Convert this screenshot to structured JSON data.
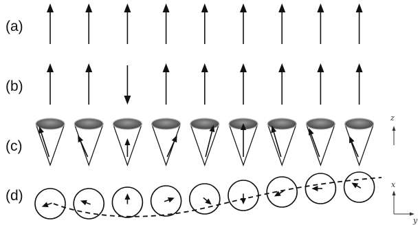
{
  "rows": [
    {
      "label": "(a)",
      "description": "aligned spins"
    },
    {
      "label": "(b)",
      "description": "one flipped spin"
    },
    {
      "label": "(c)",
      "description": "precessing spins (cones)"
    },
    {
      "label": "(d)",
      "description": "spin wave, top view"
    }
  ],
  "spins": {
    "count": 9,
    "row_b_flipped_index": 2,
    "precession_phase_deg": [
      200,
      160,
      90,
      20,
      -40,
      -90,
      -150,
      -180,
      -210
    ]
  },
  "axes": {
    "c_vertical": "z",
    "d_vertical": "x",
    "d_horizontal": "y"
  },
  "colors": {
    "ink": "#111111",
    "cone_top": "#6a6a6a",
    "cone_rim": "#b5b5b5"
  }
}
